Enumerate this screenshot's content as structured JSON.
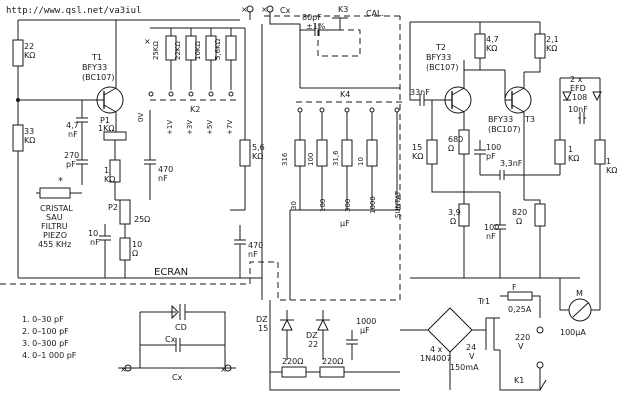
{
  "header": {
    "url": "http://www.qsl.net/va3iul"
  },
  "components": {
    "r22k": [
      "22",
      "KΩ"
    ],
    "r33k": [
      "33",
      "KΩ"
    ],
    "t1": [
      "T1",
      "BFY33",
      "(BC107)"
    ],
    "c47": [
      "4,7",
      "nF"
    ],
    "p1": [
      "P1",
      "1KΩ"
    ],
    "c270": [
      "270",
      "pF"
    ],
    "r1k": [
      "1",
      "KΩ"
    ],
    "c470a": [
      "470",
      "nF"
    ],
    "p2": [
      "P2",
      "25Ω"
    ],
    "c10": [
      "10",
      "nF"
    ],
    "r10": [
      "10",
      "Ω"
    ],
    "crystal_mark": "*",
    "crystal": [
      "CRISTAL",
      "SAU",
      "FILTRU",
      "PIEZO",
      "455 KHz"
    ],
    "ov": "0V",
    "r25k": "25KΩ",
    "r22k2": "22KΩ",
    "r10k": "10KΩ",
    "r56k": "5,6KΩ",
    "k2": "K2",
    "volts": [
      "+1V",
      "+3V",
      "+5V",
      "+7V"
    ],
    "r56k2": [
      "5,6",
      "KΩ"
    ],
    "c470b": [
      "470",
      "nF"
    ],
    "ecran": "ECRAN",
    "cx_top": "Cx",
    "c80": [
      "80pF",
      "±1%"
    ],
    "k3": "K3",
    "cal": "CAL.",
    "k4": "K4",
    "r_k4": [
      "316",
      "100",
      "31,6",
      "10"
    ],
    "k4_ranges": [
      "30",
      "100",
      "300",
      "1000"
    ],
    "k4_unit": "μF",
    "suntat": "ŞUNTAT",
    "c33": "33nF",
    "t2": [
      "T2",
      "BFY33",
      "(BC107)"
    ],
    "r47k": [
      "4,7",
      "KΩ"
    ],
    "r21k": [
      "2,1",
      "KΩ"
    ],
    "t3": [
      "T3",
      "BFY33",
      "(BC107)"
    ],
    "r680": [
      "680",
      "Ω"
    ],
    "r15k": [
      "15",
      "KΩ"
    ],
    "c100pf": [
      "100",
      "pF"
    ],
    "c33nf": "3,3nF",
    "efd": [
      "2 x",
      "EFD",
      "108"
    ],
    "c10nf2": "10nF",
    "r1k2": [
      "1",
      "KΩ"
    ],
    "r1k3": [
      "1",
      "KΩ"
    ],
    "r39": [
      "3,9",
      "Ω"
    ],
    "c100nf": [
      "100",
      "nF"
    ],
    "r820": [
      "820",
      "Ω"
    ],
    "dz15": [
      "DZ",
      "15"
    ],
    "dz22": [
      "DZ",
      "22"
    ],
    "c1000": [
      "1000",
      "μF"
    ],
    "r220a": "220Ω",
    "r220b": "220Ω",
    "bridge": [
      "4 x",
      "1N4007"
    ],
    "v24": [
      "24",
      "V"
    ],
    "ma150": "150mA",
    "tr1": "Tr1",
    "fuse": [
      "F",
      "0,25A"
    ],
    "v220": [
      "220",
      "V"
    ],
    "k1": "K1",
    "meter": [
      "M",
      "100μA"
    ],
    "cd": "CD",
    "cx_bottom": [
      "Cx",
      "Cx"
    ]
  },
  "legend": [
    "1. 0–30 pF",
    "2. 0–100 pF",
    "3. 0–300 pF",
    "4. 0–1 000 pF"
  ]
}
